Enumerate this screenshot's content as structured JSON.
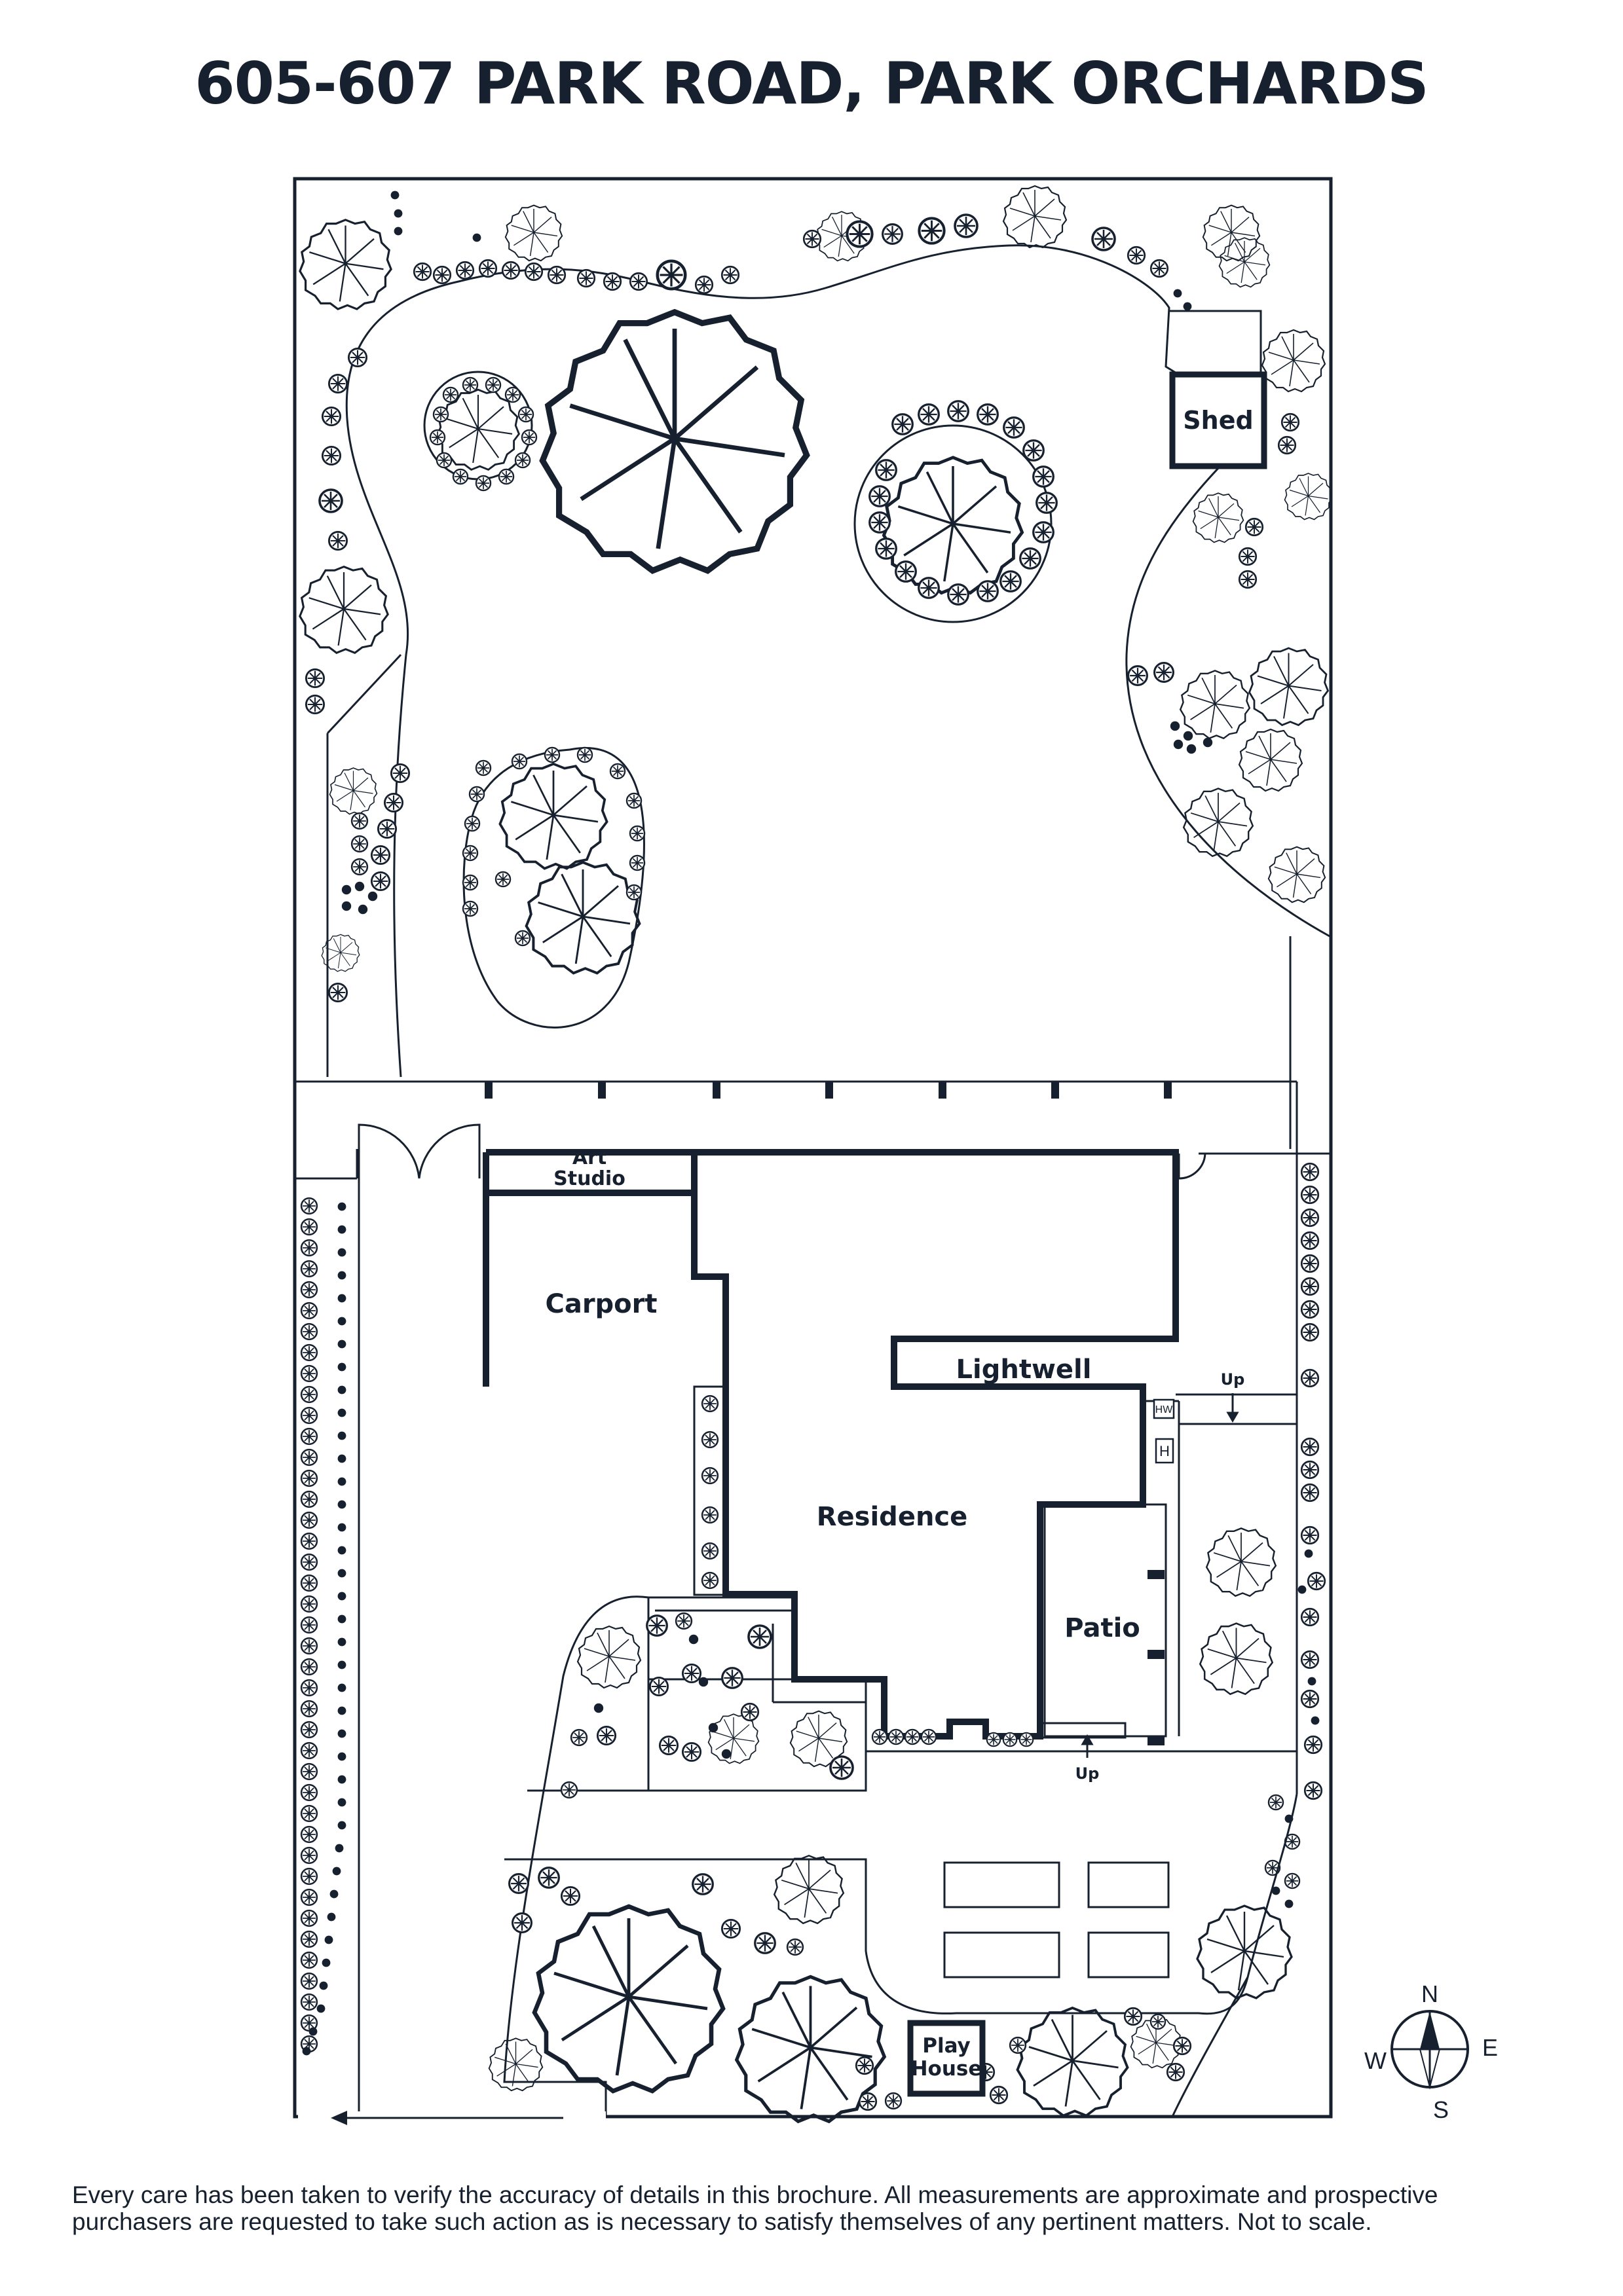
{
  "title": "605-607 PARK ROAD, PARK ORCHARDS",
  "labels": {
    "shed": "Shed",
    "art_studio_line1": "Art",
    "art_studio_line2": "Studio",
    "carport": "Carport",
    "lightwell": "Lightwell",
    "residence": "Residence",
    "patio": "Patio",
    "hw": "HW",
    "h": "H",
    "up_east": "Up",
    "up_south": "Up",
    "play_house_line1": "Play",
    "play_house_line2": "House"
  },
  "compass": {
    "n": "N",
    "e": "E",
    "s": "S",
    "w": "W"
  },
  "disclaimer": "Every care has been taken to verify the accuracy of details in this brochure. All measurements are approximate and prospective purchasers are requested to take such action as is necessary to satisfy themselves of any pertinent matters. Not to scale.",
  "colors": {
    "ink": "#16202e",
    "background": "#ffffff"
  },
  "icons": {
    "tree": "tree-icon",
    "shrub": "shrub-icon",
    "compass": "compass-icon",
    "arrow": "arrow-icon"
  }
}
